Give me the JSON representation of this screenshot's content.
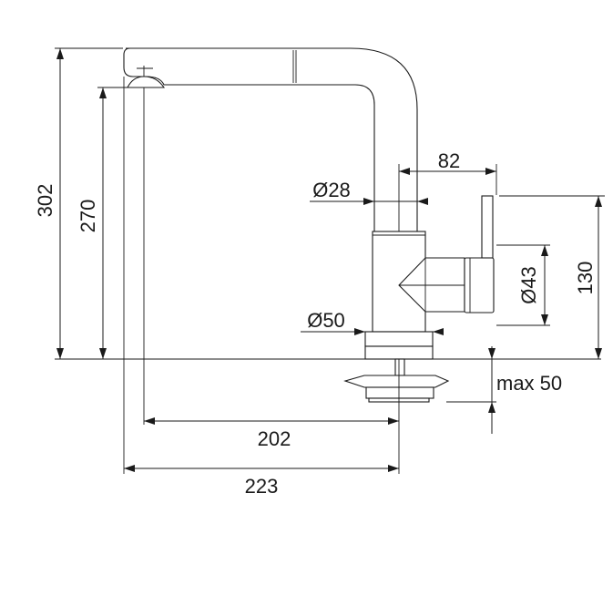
{
  "dimensions": {
    "total_height": "302",
    "spout_height": "270",
    "spout_reach": "202",
    "total_reach": "223",
    "handle_offset": "82",
    "tube_diameter": "Ø28",
    "base_diameter": "Ø50",
    "handle_diameter": "Ø43",
    "handle_height": "130",
    "max_counter_thickness": "max 50"
  }
}
